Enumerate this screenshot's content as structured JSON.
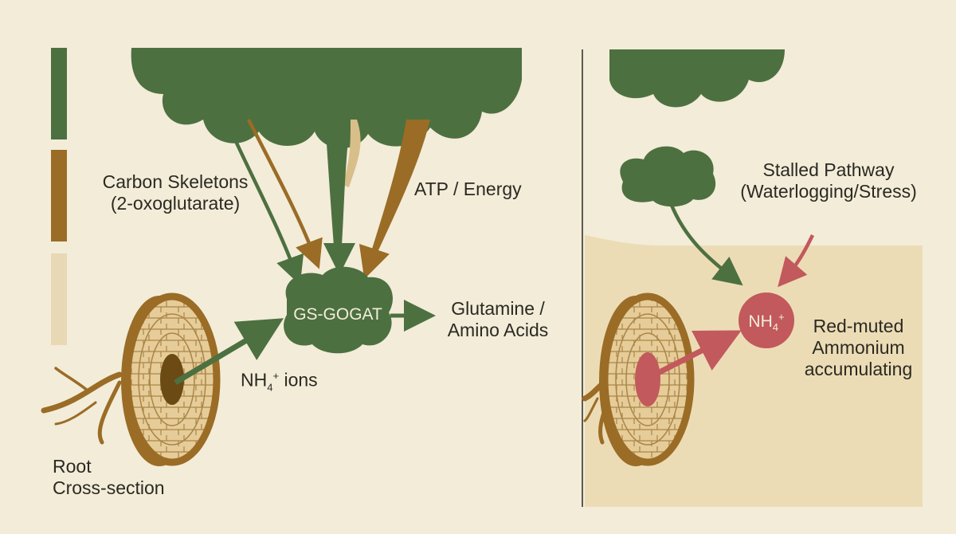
{
  "colors": {
    "background": "#f3ecd9",
    "canopy_green": "#4d7040",
    "carbon_brown": "#9a6c26",
    "atp_tan": "#d8bf8a",
    "soil": "#ecdcb6",
    "stress_red": "#c2595c",
    "root_ring": "#e6cc98",
    "text": "#2a2a22"
  },
  "legend": {
    "swatches": [
      "canopy_green",
      "carbon_brown",
      "atp_tan"
    ]
  },
  "left_panel": {
    "carbon_label_line1": "Carbon Skeletons",
    "carbon_label_line2": "(2-oxoglutarate)",
    "atp_label": "ATP / Energy",
    "enzyme_node": "GS-GOGAT",
    "product_line1": "Glutamine /",
    "product_line2": "Amino Acids",
    "ion_label_base": "NH",
    "ion_label_sub": "4",
    "ion_label_sup": "+",
    "ion_label_rest": " ions",
    "root_label_line1": "Root",
    "root_label_line2": "Cross-section"
  },
  "right_panel": {
    "stalled_line1": "Stalled Pathway",
    "stalled_line2": "(Waterlogging/Stress)",
    "ammonium_base": "NH",
    "ammonium_sub": "4",
    "ammonium_sup": "+",
    "accum_line1": "Red-muted",
    "accum_line2": "Ammonium",
    "accum_line3": "accumulating"
  }
}
